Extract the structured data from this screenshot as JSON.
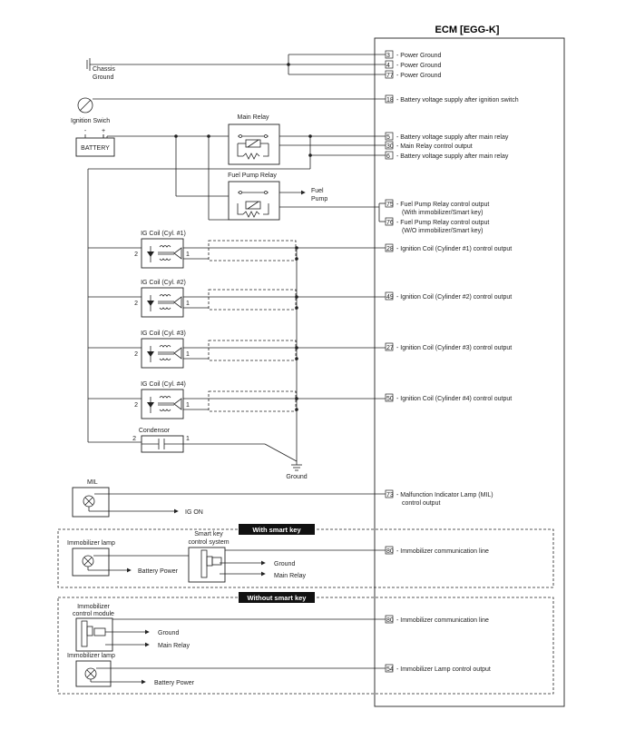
{
  "ecm_title": "ECM [EGG-K]",
  "pins": [
    {
      "num": "3",
      "label": "Power Ground"
    },
    {
      "num": "4",
      "label": "Power Ground"
    },
    {
      "num": "77",
      "label": "Power Ground"
    },
    {
      "num": "18",
      "label": "Battery voltage supply after ignition switch"
    },
    {
      "num": "5",
      "label": "Battery voltage supply after main relay"
    },
    {
      "num": "30",
      "label": "Main Relay control output"
    },
    {
      "num": "6",
      "label": "Battery voltage supply after main relay"
    },
    {
      "num": "75",
      "label": "Fuel Pump Relay control output",
      "label2": "(With immobilizer/Smart key)"
    },
    {
      "num": "76",
      "label": "Fuel Pump Relay control output",
      "label2": "(W/O immobilizer/Smart key)"
    },
    {
      "num": "28",
      "label": "Ignition Coil (Cylinder #1) control output"
    },
    {
      "num": "49",
      "label": "Ignition Coil (Cylinder #2) control output"
    },
    {
      "num": "27",
      "label": "Ignition Coil (Cylinder #3) control output"
    },
    {
      "num": "50",
      "label": "Ignition Coil (Cylinder #4) control output"
    },
    {
      "num": "73",
      "label": "Malfunction Indicator Lamp (MIL)",
      "label2": "control output"
    },
    {
      "num": "80",
      "label": "Immobilizer communication line"
    },
    {
      "num": "80",
      "label": "Immobilizer communication line"
    },
    {
      "num": "54",
      "label": "Immobilizer Lamp control output"
    }
  ],
  "components": {
    "chassis_ground": [
      "Chassis",
      "Ground"
    ],
    "ignition_switch": "Ignition Swich",
    "battery": "BATTERY",
    "battery_minus": "-",
    "battery_plus": "+",
    "main_relay": "Main Relay",
    "fuel_pump_relay": "Fuel Pump Relay",
    "fuel_pump": [
      "Fuel",
      "Pump"
    ],
    "ig_coils": [
      "IG Coil (Cyl. #1)",
      "IG Coil (Cyl. #2)",
      "IG Coil (Cyl. #3)",
      "IG Coil (Cyl. #4)"
    ],
    "coil_pin_left": "2",
    "coil_pin_right": "1",
    "condenser": "Condensor",
    "ground": "Ground",
    "mil": "MIL",
    "ig_on": "IG ON",
    "with_smart_key": "With smart key",
    "without_smart_key": "Without smart key",
    "immobilizer_lamp": "Immobilizer lamp",
    "smart_key_system": [
      "Smart key",
      "control system"
    ],
    "battery_power": "Battery Power",
    "main_relay_label": "Main Relay",
    "immobilizer_module": [
      "Immobilizer",
      "control module"
    ]
  }
}
